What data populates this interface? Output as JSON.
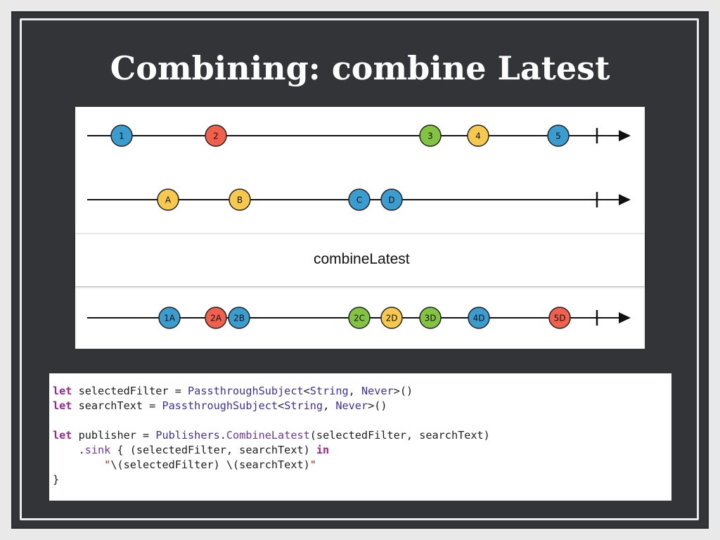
{
  "slide": {
    "title": "Combining: combine Latest"
  },
  "diagram": {
    "operator_label": "combineLatest",
    "colors": {
      "blue": "#3b9ccf",
      "red": "#f0604d",
      "green": "#82c342",
      "yellow": "#f6c84e",
      "line": "#111111",
      "ring": "#222222"
    },
    "streams": [
      {
        "marbles": [
          {
            "label": "1",
            "color": "blue"
          },
          {
            "label": "2",
            "color": "red"
          },
          {
            "label": "3",
            "color": "green"
          },
          {
            "label": "4",
            "color": "yellow"
          },
          {
            "label": "5",
            "color": "blue"
          }
        ]
      },
      {
        "marbles": [
          {
            "label": "A",
            "color": "yellow"
          },
          {
            "label": "B",
            "color": "yellow"
          },
          {
            "label": "C",
            "color": "blue"
          },
          {
            "label": "D",
            "color": "blue"
          }
        ]
      },
      {
        "marbles": [
          {
            "label": "1A",
            "color": "blue"
          },
          {
            "label": "2A",
            "color": "red"
          },
          {
            "label": "2B",
            "color": "blue"
          },
          {
            "label": "2C",
            "color": "green"
          },
          {
            "label": "2D",
            "color": "yellow"
          },
          {
            "label": "3D",
            "color": "green"
          },
          {
            "label": "4D",
            "color": "blue"
          },
          {
            "label": "5D",
            "color": "red"
          }
        ]
      }
    ]
  },
  "code": {
    "lines": [
      [
        {
          "t": "let",
          "c": "kw"
        },
        {
          "t": " selectedFilter = "
        },
        {
          "t": "PassthroughSubject",
          "c": "ty"
        },
        {
          "t": "<"
        },
        {
          "t": "String",
          "c": "ty"
        },
        {
          "t": ", "
        },
        {
          "t": "Never",
          "c": "ty"
        },
        {
          "t": ">()"
        }
      ],
      [
        {
          "t": "let",
          "c": "kw"
        },
        {
          "t": " searchText = "
        },
        {
          "t": "PassthroughSubject",
          "c": "ty"
        },
        {
          "t": "<"
        },
        {
          "t": "String",
          "c": "ty"
        },
        {
          "t": ", "
        },
        {
          "t": "Never",
          "c": "ty"
        },
        {
          "t": ">()"
        }
      ],
      [
        {
          "t": ""
        }
      ],
      [
        {
          "t": "let",
          "c": "kw"
        },
        {
          "t": " publisher = "
        },
        {
          "t": "Publishers",
          "c": "ty"
        },
        {
          "t": "."
        },
        {
          "t": "CombineLatest",
          "c": "fn"
        },
        {
          "t": "(selectedFilter, searchText)"
        }
      ],
      [
        {
          "t": "    ."
        },
        {
          "t": "sink",
          "c": "fn"
        },
        {
          "t": " { (selectedFilter, searchText) "
        },
        {
          "t": "in",
          "c": "kw"
        }
      ],
      [
        {
          "t": "        "
        },
        {
          "t": "\"",
          "c": "st"
        },
        {
          "t": "\\(selectedFilter) \\(searchText)"
        },
        {
          "t": "\"",
          "c": "st"
        }
      ],
      [
        {
          "t": "}"
        }
      ]
    ]
  }
}
